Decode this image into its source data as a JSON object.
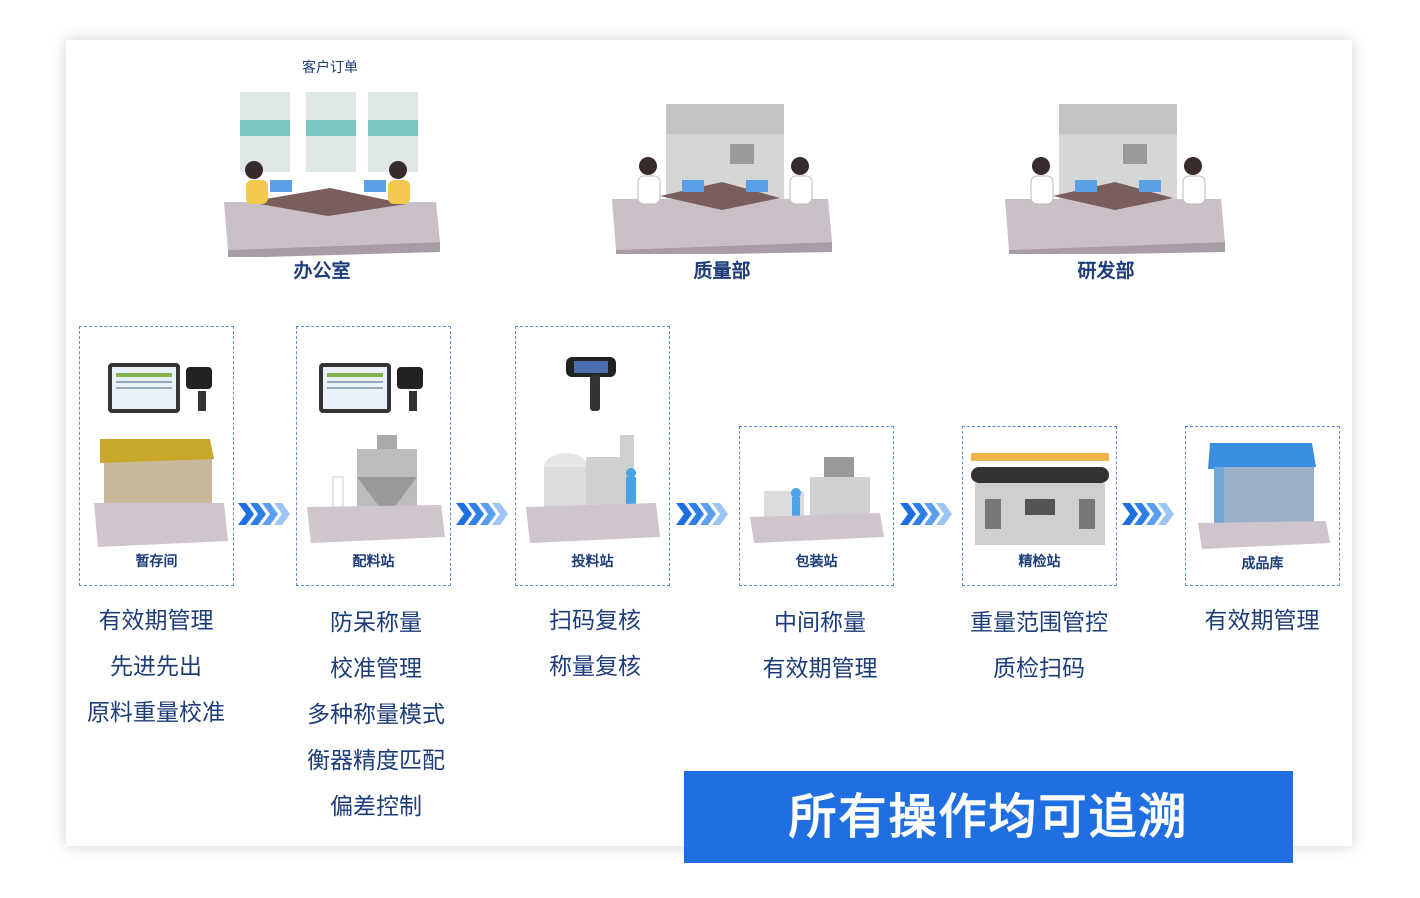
{
  "header": {
    "customer_order": "客户订单"
  },
  "departments": [
    {
      "label": "办公室"
    },
    {
      "label": "质量部"
    },
    {
      "label": "研发部"
    }
  ],
  "stations": [
    {
      "label": "暂存间",
      "features": [
        "有效期管理",
        "先进先出",
        "原料重量校准"
      ]
    },
    {
      "label": "配料站",
      "features": [
        "防呆称量",
        "校准管理",
        "多种称量模式",
        "衡器精度匹配",
        "偏差控制"
      ]
    },
    {
      "label": "投料站",
      "features": [
        "扫码复核",
        "称量复核"
      ]
    },
    {
      "label": "包装站",
      "features": [
        "中间称量",
        "有效期管理"
      ]
    },
    {
      "label": "精检站",
      "features": [
        "重量范围管控",
        "质检扫码"
      ]
    },
    {
      "label": "成品库",
      "features": [
        "有效期管理"
      ]
    }
  ],
  "banner": {
    "text": "所有操作均可追溯"
  },
  "colors": {
    "accent": "#1f6fe0",
    "text": "#1d3d7a",
    "border": "#5b8fd6"
  }
}
